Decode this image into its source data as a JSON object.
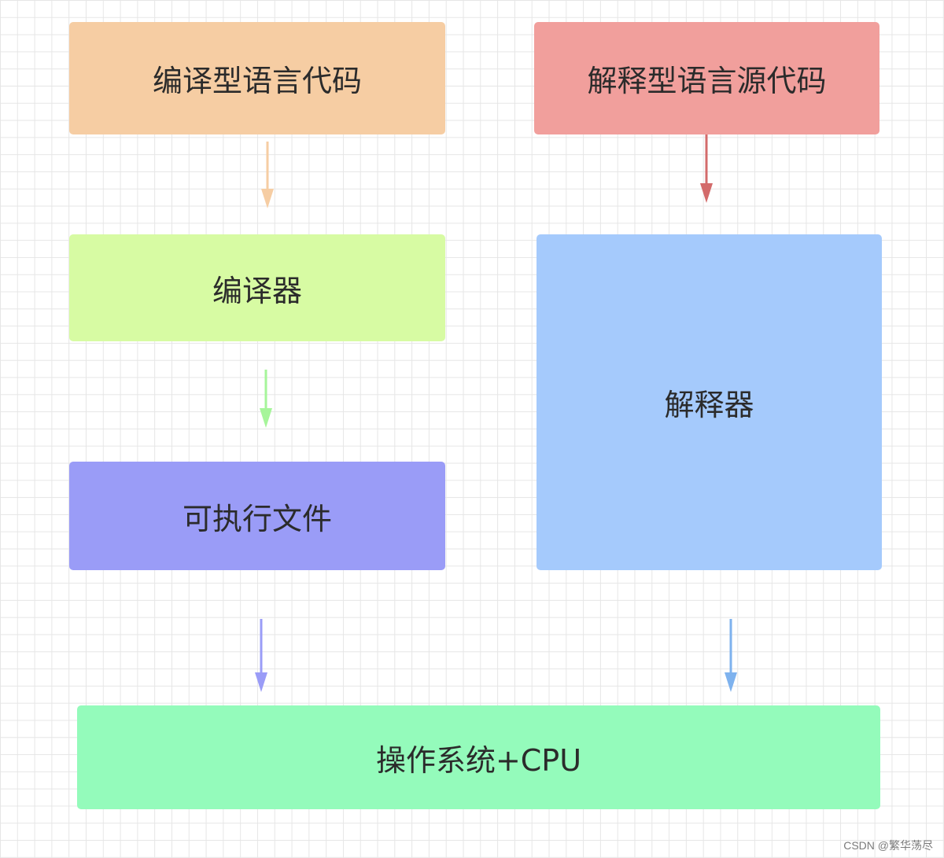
{
  "nodes": {
    "compiled_source": "编译型语言代码",
    "interpreted_source": "解释型语言源代码",
    "compiler": "编译器",
    "interpreter": "解释器",
    "executable": "可执行文件",
    "os_cpu": "操作系统+CPU"
  },
  "watermark": "CSDN @繁华荡尽",
  "colors": {
    "compiled_source": "#f6cda3",
    "interpreted_source": "#f19f9c",
    "compiler": "#d7fba3",
    "interpreter": "#a5cafc",
    "executable": "#9a9cf7",
    "os_cpu": "#94fbbb",
    "arrow_compiled_to_compiler": "#f6cda3",
    "arrow_interp_src_to_interpreter": "#d36b6b",
    "arrow_compiler_to_executable": "#a6f59a",
    "arrow_executable_to_os": "#9a9cf7",
    "arrow_interpreter_to_os": "#7eb2ee"
  }
}
